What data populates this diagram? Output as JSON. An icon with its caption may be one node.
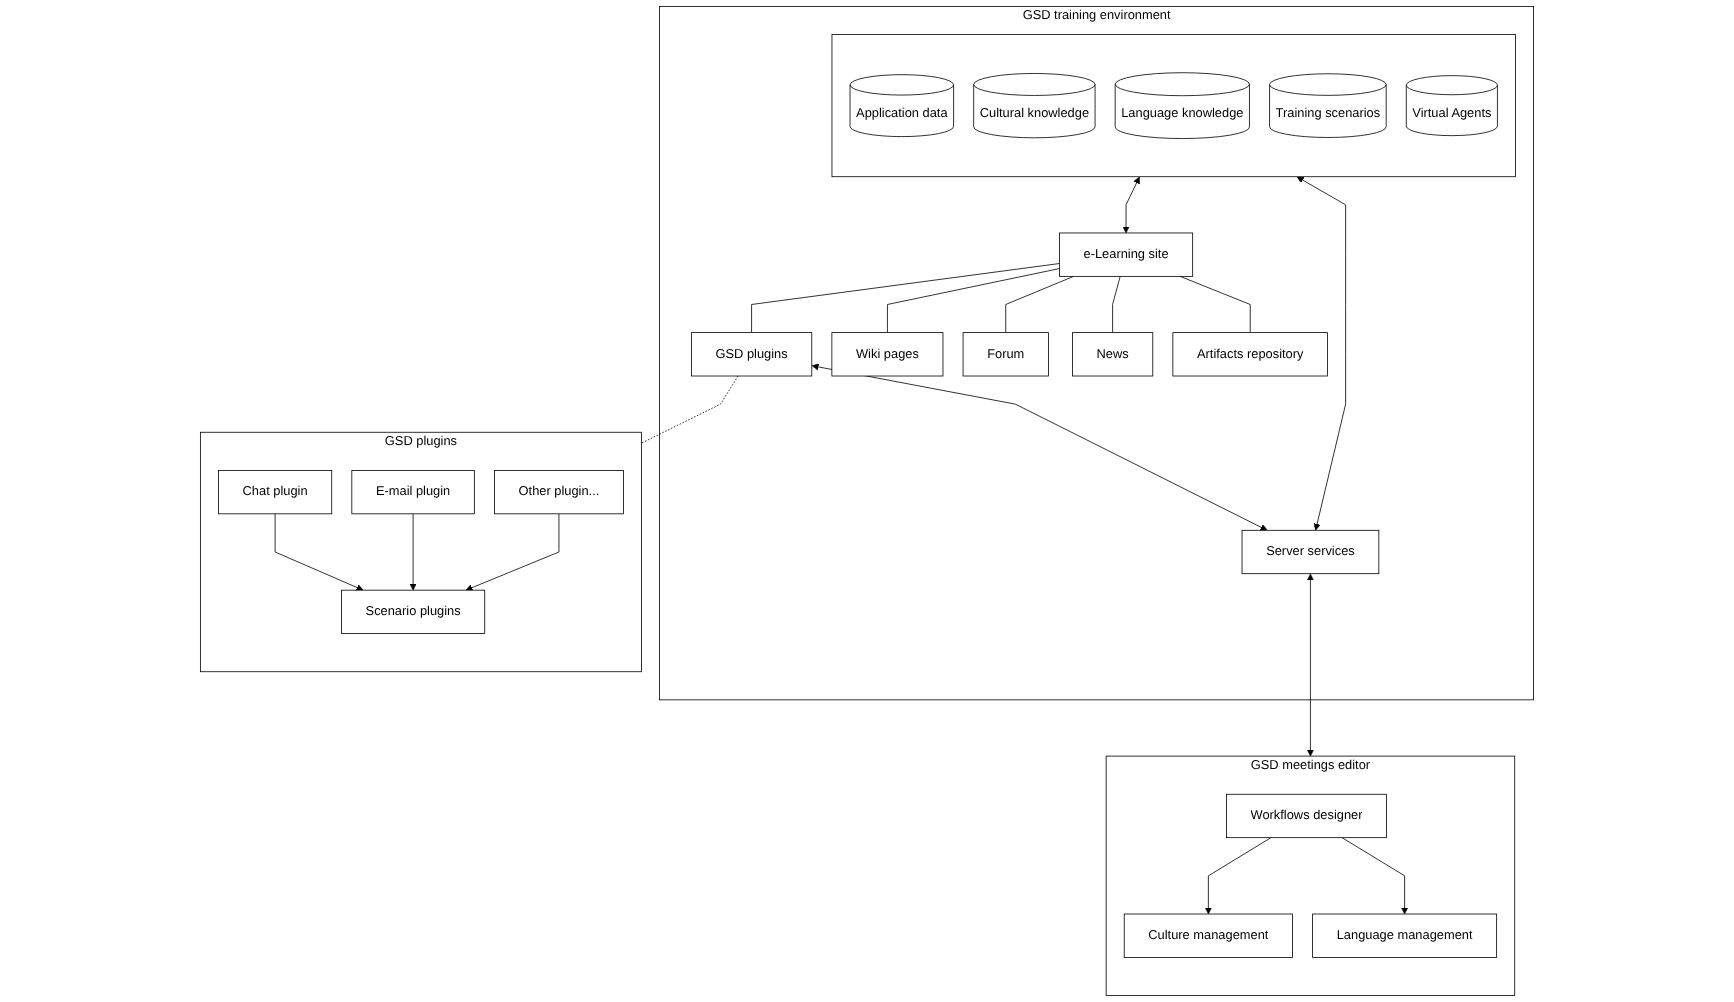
{
  "diagram": {
    "nodes": [
      {
        "text": [
          "GSD training environment"
        ]
      },
      {
        "text": [],
        "shape": "box",
        "in": 0
      },
      {
        "text": [
          "Application data"
        ],
        "in": 1
      },
      {
        "text": [
          "Cultural knowledge"
        ],
        "in": 1
      },
      {
        "text": [
          "Language knowledge"
        ],
        "in": 1
      },
      {
        "text": [
          "Training scenarios"
        ],
        "in": 1
      },
      {
        "text": [
          "Virtual Agents"
        ],
        "in": 1
      },
      {
        "text": [
          "e-Learning site"
        ],
        "in": 0
      },
      {
        "text": [
          "GSD plugins"
        ],
        "in": 0
      },
      {
        "text": [
          "Wiki pages"
        ],
        "in": 0
      },
      {
        "text": [
          "Forum"
        ],
        "in": 0
      },
      {
        "text": [
          "News"
        ],
        "in": 0
      },
      {
        "text": [
          "Artifacts repository"
        ],
        "in": 0
      },
      {
        "text": [
          "Server services"
        ],
        "in": 0
      },
      {
        "text": [
          "GSD plugins"
        ]
      },
      {
        "text": [
          "Scenario plugins"
        ],
        "in": 14
      },
      {
        "text": [
          "Chat plugin"
        ],
        "in": 14
      },
      {
        "text": [
          "E-mail plugin"
        ],
        "in": 14
      },
      {
        "text": [
          "Other plugin..."
        ],
        "in": 14
      },
      {
        "text": [
          "GSD meetings editor"
        ]
      },
      {
        "text": [
          "Workflows designer"
        ],
        "in": 19
      },
      {
        "text": [
          "Culture management"
        ],
        "in": 19
      },
      {
        "text": [
          "Language management"
        ],
        "in": 19
      }
    ],
    "edges": [
      {
        "from": 1,
        "to": 7,
        "arrow": "both"
      },
      {
        "from": 7,
        "to": 8,
        "arrow": "none"
      },
      {
        "from": 7,
        "to": 9,
        "arrow": "none"
      },
      {
        "from": 7,
        "to": 10,
        "arrow": "none"
      },
      {
        "from": 7,
        "to": 11,
        "arrow": "none"
      },
      {
        "from": 7,
        "to": 12,
        "arrow": "none"
      },
      {
        "from": 8,
        "to": 13,
        "arrow": "both"
      },
      {
        "from": 1,
        "to": 13,
        "arrow": "both"
      },
      {
        "from": 13,
        "to": 19,
        "arrow": "both"
      },
      {
        "from": 8,
        "to": 14,
        "arrow": "none",
        "style": "dashed"
      },
      {
        "from": 16,
        "to": 15,
        "arrow": "to"
      },
      {
        "from": 17,
        "to": 15,
        "arrow": "to"
      },
      {
        "from": 18,
        "to": 15,
        "arrow": "to"
      },
      {
        "from": 20,
        "to": 21,
        "arrow": "to"
      },
      {
        "from": 20,
        "to": 22,
        "arrow": "to"
      }
    ]
  }
}
